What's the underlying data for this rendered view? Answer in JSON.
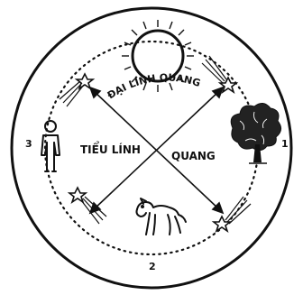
{
  "labels": {
    "top_arc": "ĐẠI LÍNH QUANG",
    "center_left": "TIỂU LÍNH",
    "center_right": "QUANG",
    "num_right": "1",
    "num_bottom": "2",
    "num_left": "3"
  },
  "icons": {
    "sun": "sun-icon",
    "tree": "tree-icon",
    "dog": "dog-icon",
    "person": "person-icon",
    "shooting_star": "shooting-star-icon"
  },
  "colors": {
    "ink": "#111111",
    "paper": "#ffffff"
  }
}
